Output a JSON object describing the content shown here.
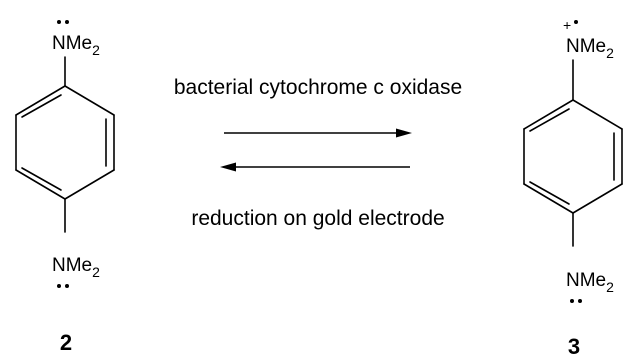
{
  "reaction": {
    "forward_label": "bacterial cytochrome c oxidase",
    "reverse_label": "reduction on gold electrode"
  },
  "left_molecule": {
    "number": "2",
    "top_group": "NMe",
    "top_group_subscript": "2",
    "bottom_group": "NMe",
    "bottom_group_subscript": "2",
    "top_lone_pair": true,
    "bottom_lone_pair": true
  },
  "right_molecule": {
    "number": "3",
    "top_group": "NMe",
    "top_group_subscript": "2",
    "top_charge": "+",
    "bottom_group": "NMe",
    "bottom_group_subscript": "2",
    "top_radical_dot": true,
    "bottom_lone_pair": true
  }
}
